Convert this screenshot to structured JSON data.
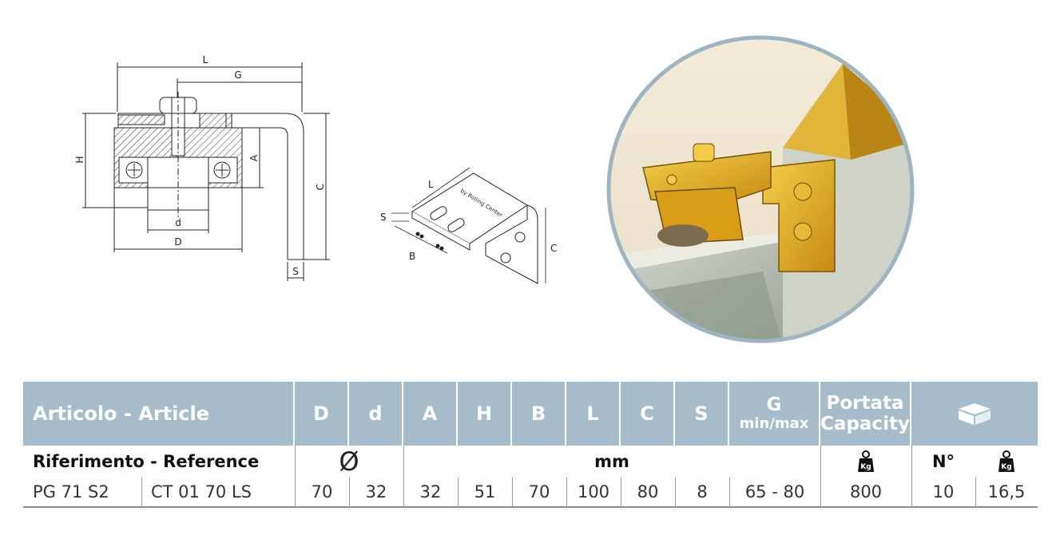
{
  "drawing": {
    "labels": {
      "L": "L",
      "G": "G",
      "H": "H",
      "A": "A",
      "C": "C",
      "d": "d",
      "D": "D",
      "S": "S"
    }
  },
  "bracket": {
    "labels": {
      "L": "L",
      "S": "S",
      "B": "B",
      "C": "C"
    },
    "engraving": "by Rolling Center"
  },
  "table": {
    "header": {
      "article": "Articolo - Article",
      "D": "D",
      "d": "d",
      "A": "A",
      "H": "H",
      "B": "B",
      "L": "L",
      "C": "C",
      "S": "S",
      "G_top": "G",
      "G_bottom": "min/max",
      "capacity_top": "Portata",
      "capacity_bottom": "Capacity",
      "package_icon": "box-icon"
    },
    "subheader": {
      "reference": "Riferimento - Reference",
      "diameter_symbol": "Ø",
      "unit": "mm",
      "weight_icon": "kg-weight-icon",
      "kg_label": "Kg",
      "count": "N°"
    },
    "row": {
      "code1": "PG 71 S2",
      "code2": "CT 01 70 LS",
      "D": "70",
      "d": "32",
      "A": "32",
      "H": "51",
      "B": "70",
      "L": "100",
      "C": "80",
      "S": "8",
      "G": "65 - 80",
      "capacity": "800",
      "pieces": "10",
      "weight": "16,5"
    }
  },
  "colors": {
    "header_bg": "#a6bccb",
    "gold": "#d9a521",
    "frame": "#9fb4c2"
  }
}
